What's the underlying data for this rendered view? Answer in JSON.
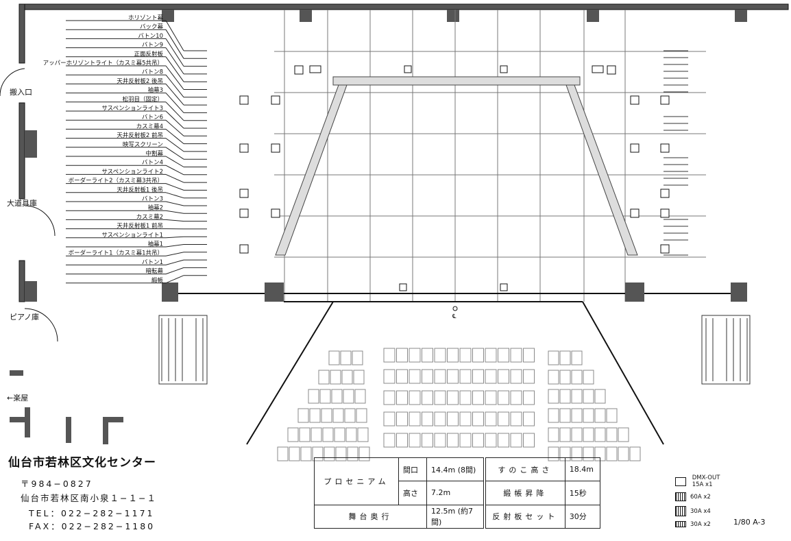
{
  "battens": [
    "ホリゾント幕",
    "バック幕",
    "バトン10",
    "バトン9",
    "正面反射板",
    "アッパーホリゾントライト（カスミ幕5共吊）",
    "バトン8",
    "天井反射板2 後吊",
    "袖幕3",
    "松羽目（固定）",
    "サスペンションライト3",
    "バトン6",
    "カスミ幕4",
    "天井反射板2 前吊",
    "映写スクリーン",
    "中割幕",
    "バトン4",
    "サスペンションライト2",
    "ボーダーライト2（カスミ幕3共吊）",
    "天井反射板1 後吊",
    "バトン3",
    "袖幕2",
    "カスミ幕2",
    "天井反射板1 前吊",
    "サスペンションライト1",
    "袖幕1",
    "ボーダーライト1（カスミ幕1共吊）",
    "バトン1",
    "暗転幕",
    "緞帳"
  ],
  "rooms": {
    "loading": "搬入口",
    "props": "大道具庫",
    "piano": "ピアノ庫",
    "dressing": "←楽屋"
  },
  "center_mark": "℄",
  "venue": {
    "name": "仙台市若林区文化センター",
    "postal": "〒984−0827",
    "address": "仙台市若林区南小泉１−１−１",
    "tel": "TEL：022−282−1171",
    "fax": "FAX：022−282−1180"
  },
  "spec": {
    "proscenium_label": "プロセニアム",
    "width_label": "間口",
    "width_value": "14.4m (8間)",
    "height_label": "高さ",
    "height_value": "7.2m",
    "depth_label": "舞台奥行",
    "depth_value": "12.5m (約7間)",
    "grid_label": "すのこ高さ",
    "grid_value": "18.4m",
    "fly_label": "緞帳昇降",
    "fly_value": "15秒",
    "reflector_label": "反射板セット",
    "reflector_value": "30分"
  },
  "legend": {
    "dmx_line1": "DMX-OUT",
    "dmx_line2": "15A x1",
    "item2": "60A x2",
    "item3": "30A x4",
    "item4": "30A x2"
  },
  "scale": "1/80  A-3"
}
